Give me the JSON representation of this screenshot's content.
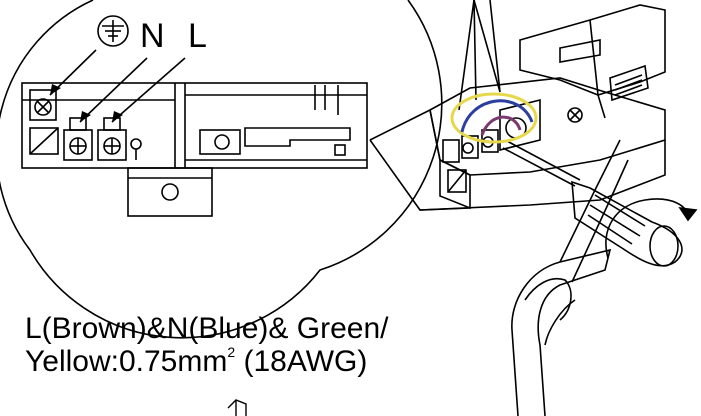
{
  "labels": {
    "ground_symbol": "earth-ground",
    "neutral": "N",
    "live": "L",
    "spec_line1": "L(Brown)&N(Blue)& Green/",
    "spec_line2_main": "Yellow:0.75mm",
    "spec_line2_sup": "2",
    "spec_line2_tail": " (18AWG)"
  },
  "colors": {
    "line": "#000000",
    "background": "#ffffff",
    "wire_blue": "#2a3f9e",
    "wire_brown": "#7a3a6e",
    "wire_yellow": "#e6d84a"
  }
}
